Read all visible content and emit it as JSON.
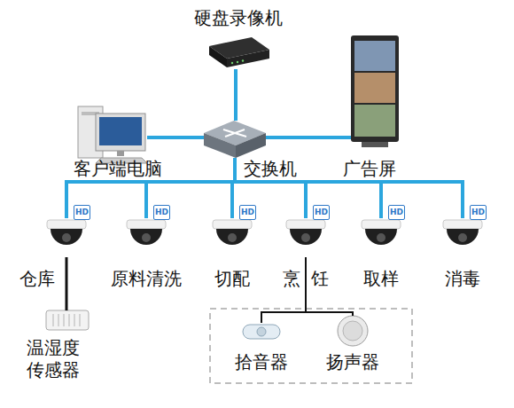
{
  "diagram": {
    "nodes": [
      {
        "text": [
          "硬盘录像机"
        ]
      },
      {
        "text": [
          "客户端电脑"
        ]
      },
      {
        "text": [
          "交换机"
        ]
      },
      {
        "text": [
          "广告屏"
        ]
      },
      {
        "text": [
          "仓库"
        ]
      },
      {
        "text": [
          "原料清洗"
        ]
      },
      {
        "text": [
          "切配"
        ]
      },
      {
        "text": [
          "烹饪"
        ]
      },
      {
        "text": [
          "取样"
        ]
      },
      {
        "text": [
          "消毒"
        ]
      },
      {
        "text": [
          "温湿度 传感器"
        ]
      },
      {
        "text": [
          "拾音器"
        ]
      },
      {
        "text": [
          "扬声器"
        ]
      }
    ],
    "edges": [
      {
        "from": 0,
        "to": 2,
        "arrow": "none"
      },
      {
        "from": 1,
        "to": 2,
        "arrow": "none"
      },
      {
        "from": 2,
        "to": 3,
        "arrow": "none"
      },
      {
        "from": 2,
        "to": 4,
        "arrow": "none"
      },
      {
        "from": 2,
        "to": 5,
        "arrow": "none"
      },
      {
        "from": 2,
        "to": 6,
        "arrow": "none"
      },
      {
        "from": 2,
        "to": 7,
        "arrow": "none"
      },
      {
        "from": 2,
        "to": 8,
        "arrow": "none"
      },
      {
        "from": 2,
        "to": 9,
        "arrow": "none"
      },
      {
        "from": 4,
        "to": 10,
        "arrow": "none"
      },
      {
        "from": 7,
        "to": 11,
        "arrow": "none"
      },
      {
        "from": 7,
        "to": 12,
        "arrow": "none"
      }
    ],
    "labels": [
      "HD",
      "HD",
      "HD",
      "HD",
      "HD",
      "HD"
    ]
  }
}
